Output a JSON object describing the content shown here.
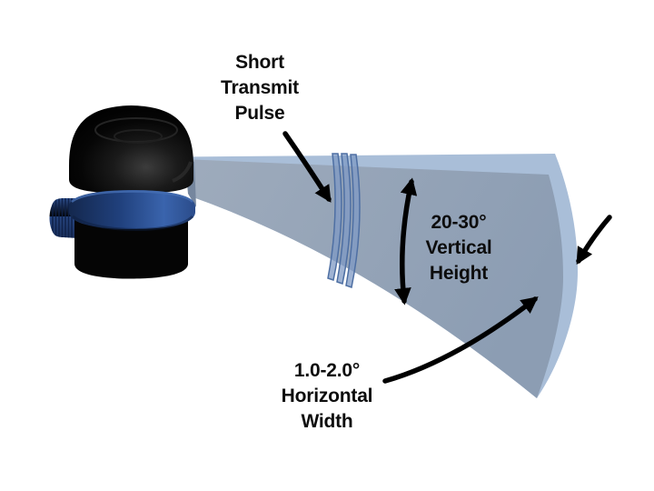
{
  "labels": {
    "pulse": {
      "lines": [
        "Short",
        "Transmit",
        "Pulse"
      ]
    },
    "vertical": {
      "lines": [
        "20-30°",
        "Vertical",
        "Height"
      ]
    },
    "horizontal": {
      "lines": [
        "1.0-2.0°",
        "Horizontal",
        "Width"
      ]
    }
  },
  "colors": {
    "background": "#ffffff",
    "text": "#0d0d0d",
    "arrow": "#000000",
    "beam_rim": "#a9bed8",
    "beam_face_light": "#9eabbc",
    "beam_face_dark": "#8c9db3",
    "beam_apex": "#75869e",
    "pulse_band_fill": "#7f9ac4",
    "pulse_band_edge": "#4e6fa3",
    "collar_dark": "#14284e",
    "collar_light": "#3a64ad",
    "knob_light": "#2e5192",
    "knob_dark": "#1a2f5c",
    "device_body": "#050505"
  }
}
